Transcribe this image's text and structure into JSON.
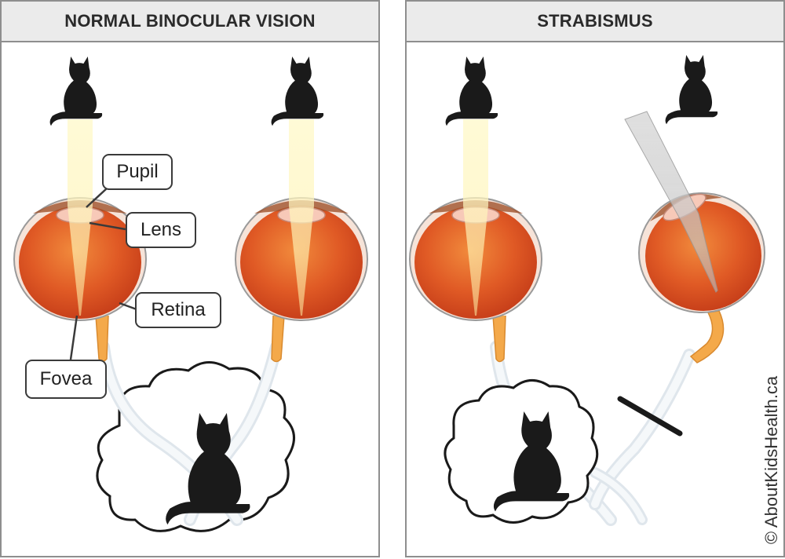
{
  "panels": [
    {
      "title": "NORMAL BINOCULAR VISION"
    },
    {
      "title": "STRABISMUS"
    }
  ],
  "labels": {
    "pupil": "Pupil",
    "lens": "Lens",
    "retina": "Retina",
    "fovea": "Fovea"
  },
  "credit": "© AboutKidsHealth.ca",
  "colors": {
    "eyeball": "#e05a25",
    "optic_nerve": "#f4a94a",
    "nerve_pathway": "#eef2f6",
    "light_beam": "#fff6b8",
    "cat": "#1a1a1a"
  }
}
